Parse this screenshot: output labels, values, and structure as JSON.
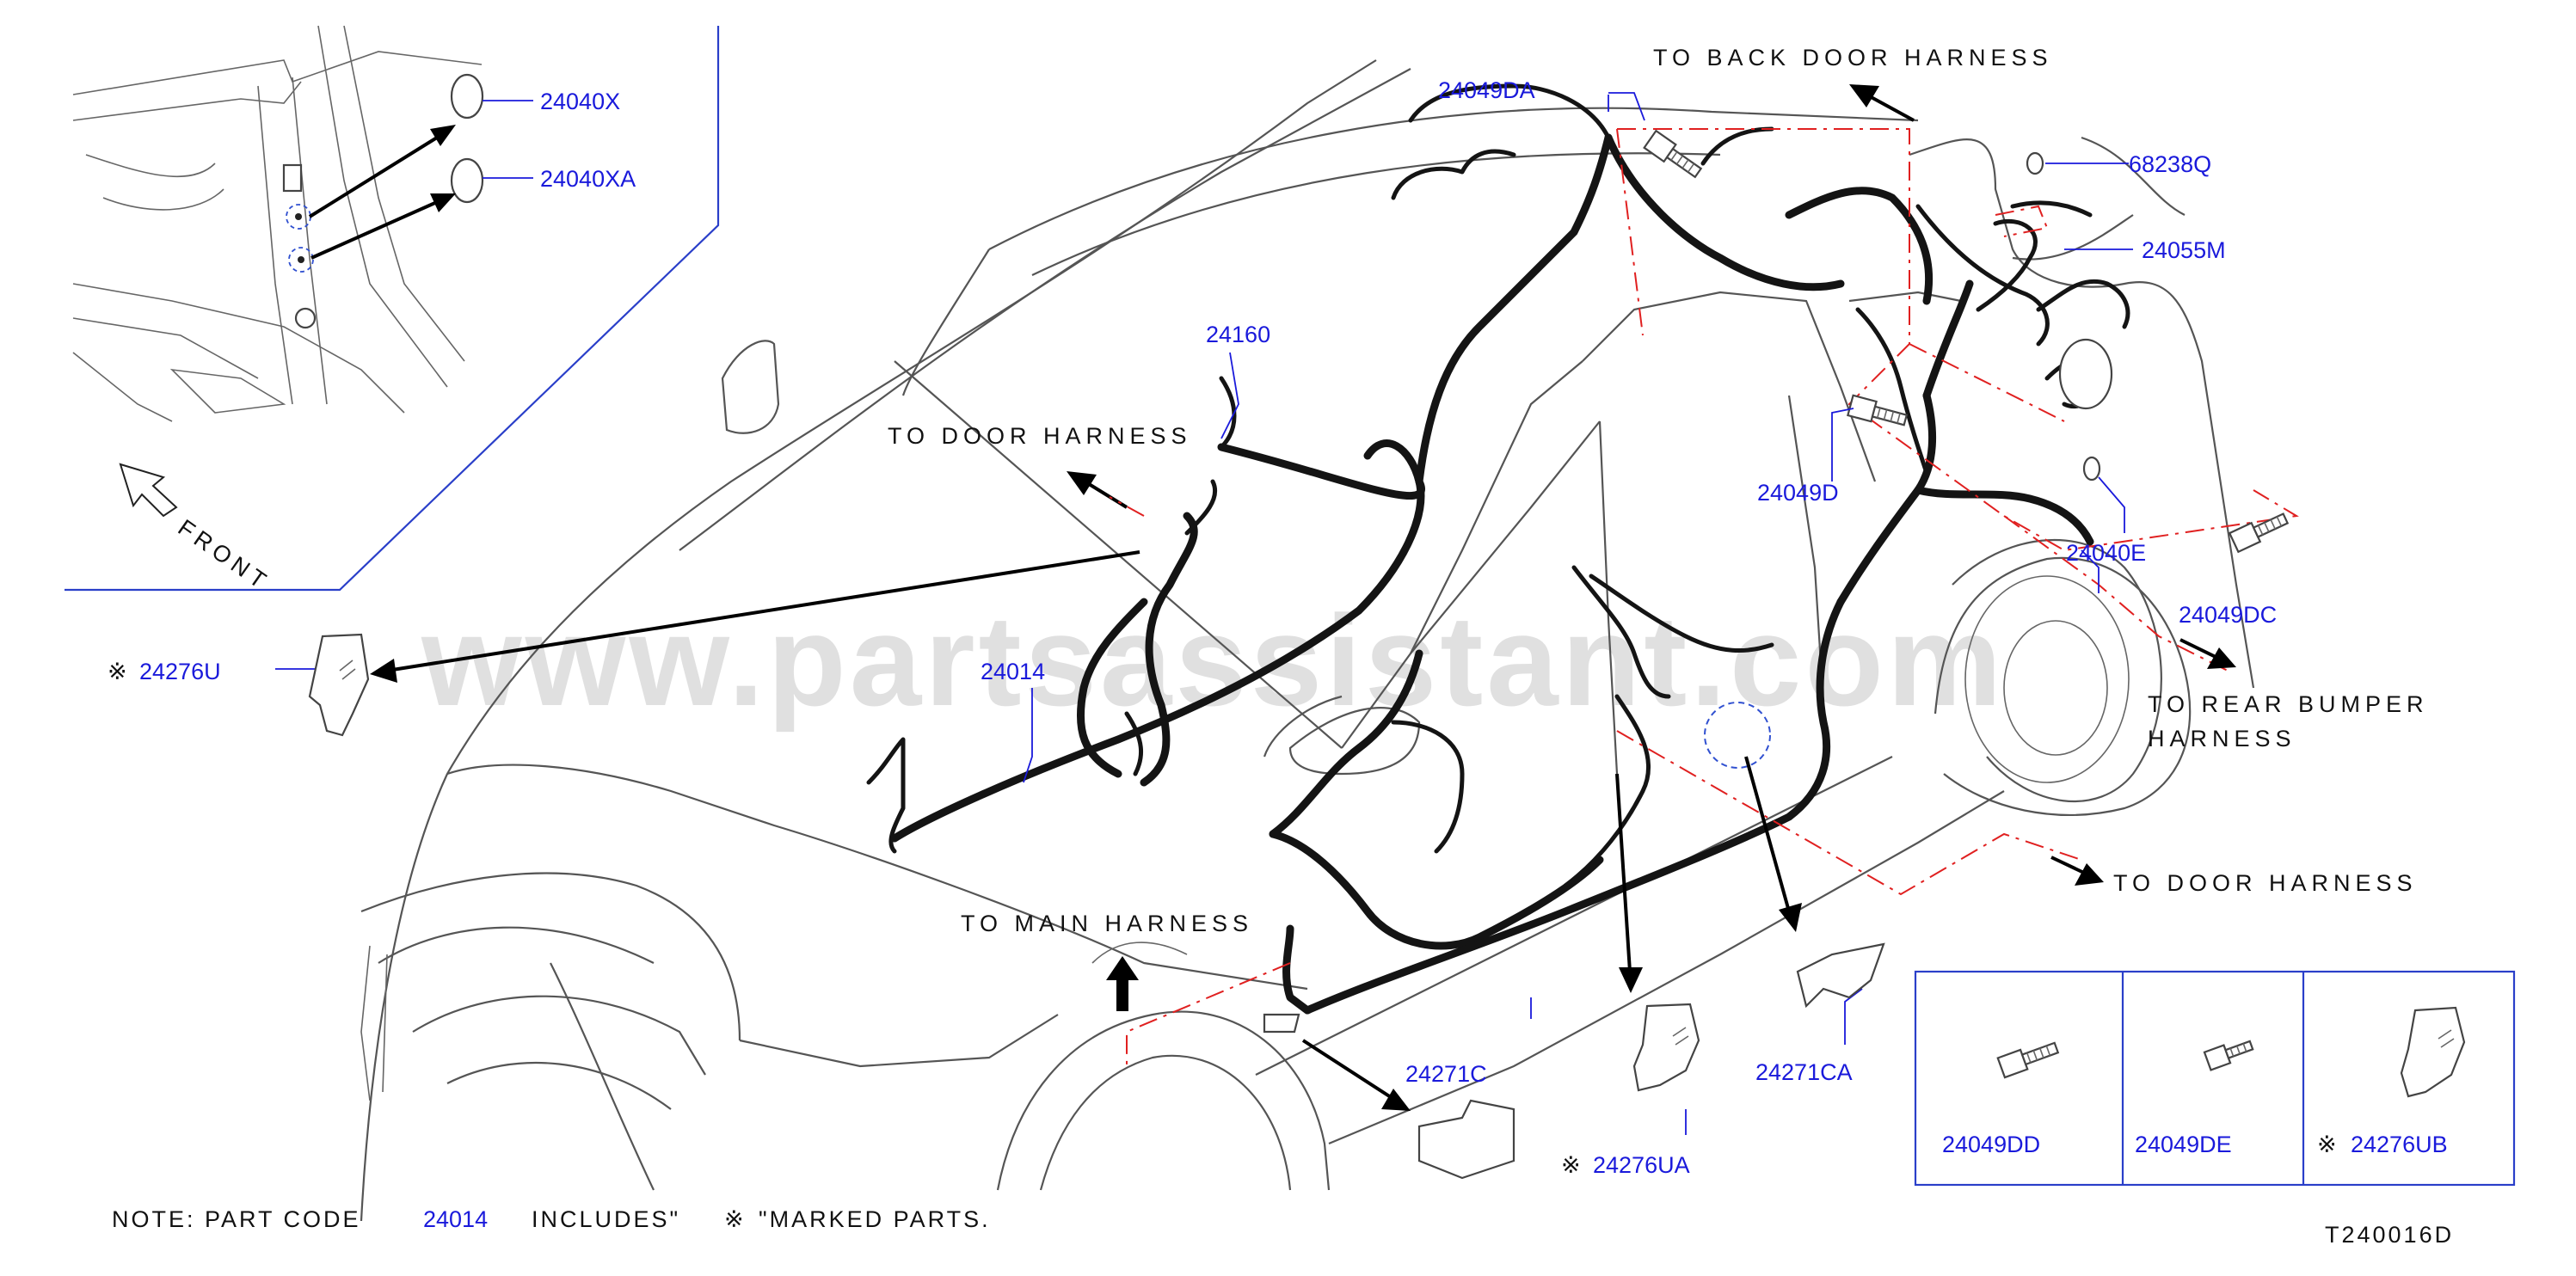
{
  "diagram_code": "T240016D",
  "watermark": "www.partsassistant.com",
  "parts": {
    "p24040X": "24040X",
    "p24040XA": "24040XA",
    "p24049DA": "24049DA",
    "p68238Q": "68238Q",
    "p24055M": "24055M",
    "p24160": "24160",
    "p24049D": "24049D",
    "p24040E": "24040E",
    "p24049DC": "24049DC",
    "p24276U": "24276U",
    "p24014": "24014",
    "p24271C": "24271C",
    "p24271CA": "24271CA",
    "p24276UA": "24276UA",
    "p24049DD": "24049DD",
    "p24049DE": "24049DE",
    "p24276UB": "24276UB"
  },
  "labels": {
    "to_back_door": "TO BACK DOOR HARNESS",
    "to_door_upper": "TO DOOR HARNESS",
    "to_rear_bumper_1": "TO REAR BUMPER",
    "to_rear_bumper_2": "HARNESS",
    "to_door_lower": "TO DOOR HARNESS",
    "to_main": "TO MAIN HARNESS",
    "front": "FRONT"
  },
  "marker": "※",
  "note": {
    "prefix": "NOTE: PART CODE",
    "code": "24014",
    "suffix": "INCLUDES\"",
    "marked": "\"MARKED PARTS."
  }
}
